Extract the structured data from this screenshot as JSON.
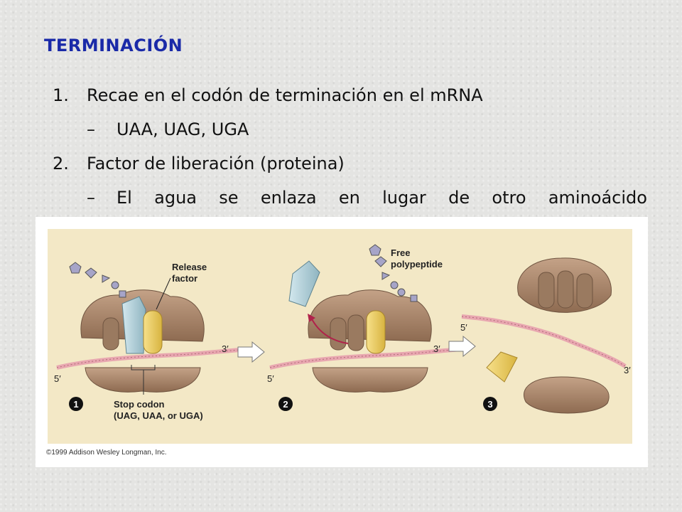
{
  "slide": {
    "title": "TERMINACIÓN",
    "items": [
      {
        "number": "1.",
        "text": "Recae en el codón de terminación en el mRNA"
      },
      {
        "dash": "–",
        "text": "UAA, UAG, UGA"
      },
      {
        "number": "2.",
        "text": "Factor de liberación (proteina)"
      },
      {
        "dash": "–",
        "words": [
          "El",
          "agua",
          "se",
          "enlaza",
          "en",
          "lugar",
          "de",
          "otro",
          "aminoácido"
        ]
      }
    ]
  },
  "figure": {
    "labels": {
      "release_factor_1": "Release",
      "release_factor_2": "factor",
      "free_polypeptide_1": "Free",
      "free_polypeptide_2": "polypeptide",
      "stop_codon_1": "Stop codon",
      "stop_codon_2": "(UAG, UAA, or UGA)",
      "five_prime": "5′",
      "three_prime": "3′"
    },
    "steps": [
      "1",
      "2",
      "3"
    ],
    "credit": "©1999 Addison Wesley Longman, Inc.",
    "colors": {
      "ribosome": "#a88569",
      "release_factor": "#f2d36b",
      "trna": "#b7d4dc",
      "mrna": "#e8a7b0",
      "panel": "#f3e8c6",
      "title": "#1a2aa8"
    }
  }
}
